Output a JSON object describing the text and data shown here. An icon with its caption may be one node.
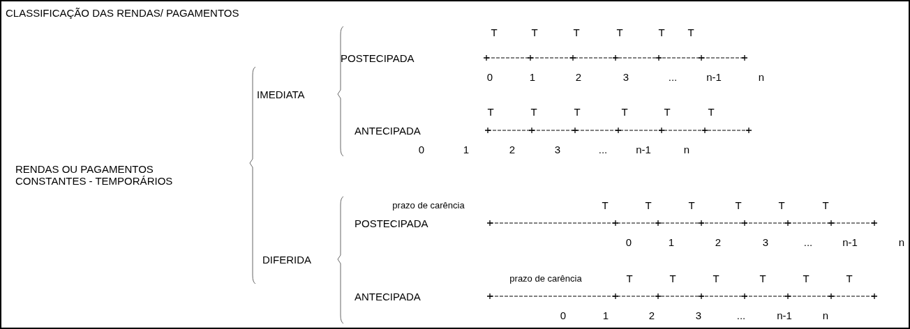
{
  "diagram": {
    "title": "CLASSIFICAÇÃO DAS RENDAS/ PAGAMENTOS",
    "labels": [
      "RENDAS OU PAGAMENTOS CONSTANTES - TEMPORÁRIOS",
      "IMEDIATA",
      "POSTECIPADA",
      "T",
      "T",
      "T",
      "T",
      "T",
      "T",
      "0",
      "1",
      "2",
      "3",
      "...",
      "n-1",
      "n",
      "ANTECIPADA",
      "T",
      "T",
      "T",
      "T",
      "T",
      "T",
      "0",
      "1",
      "2",
      "3",
      "...",
      "n-1",
      "n",
      "DIFERIDA",
      "POSTECIPADA",
      "prazo de carência",
      "T",
      "T",
      "T",
      "T",
      "T",
      "T",
      "0",
      "1",
      "2",
      "3",
      "...",
      "n-1",
      "n",
      "ANTECIPADA",
      "prazo de carência",
      "T",
      "T",
      "T",
      "T",
      "T",
      "T",
      "0",
      "1",
      "2",
      "3",
      "...",
      "n-1",
      "n"
    ]
  }
}
